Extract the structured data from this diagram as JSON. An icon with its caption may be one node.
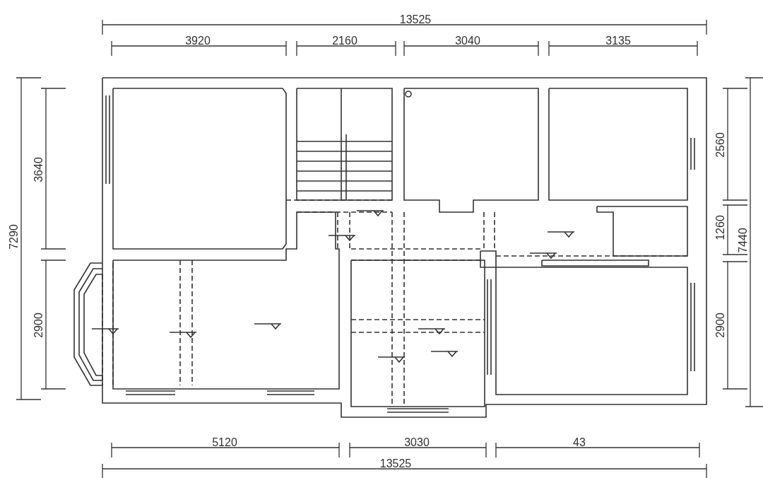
{
  "diagram": {
    "labels": [
      "13525",
      "3920",
      "2160",
      "3040",
      "3135",
      "3640",
      "2560",
      "7290",
      "1260",
      "7440",
      "2900",
      "2900",
      "5120",
      "3030",
      "43",
      "13525"
    ]
  }
}
